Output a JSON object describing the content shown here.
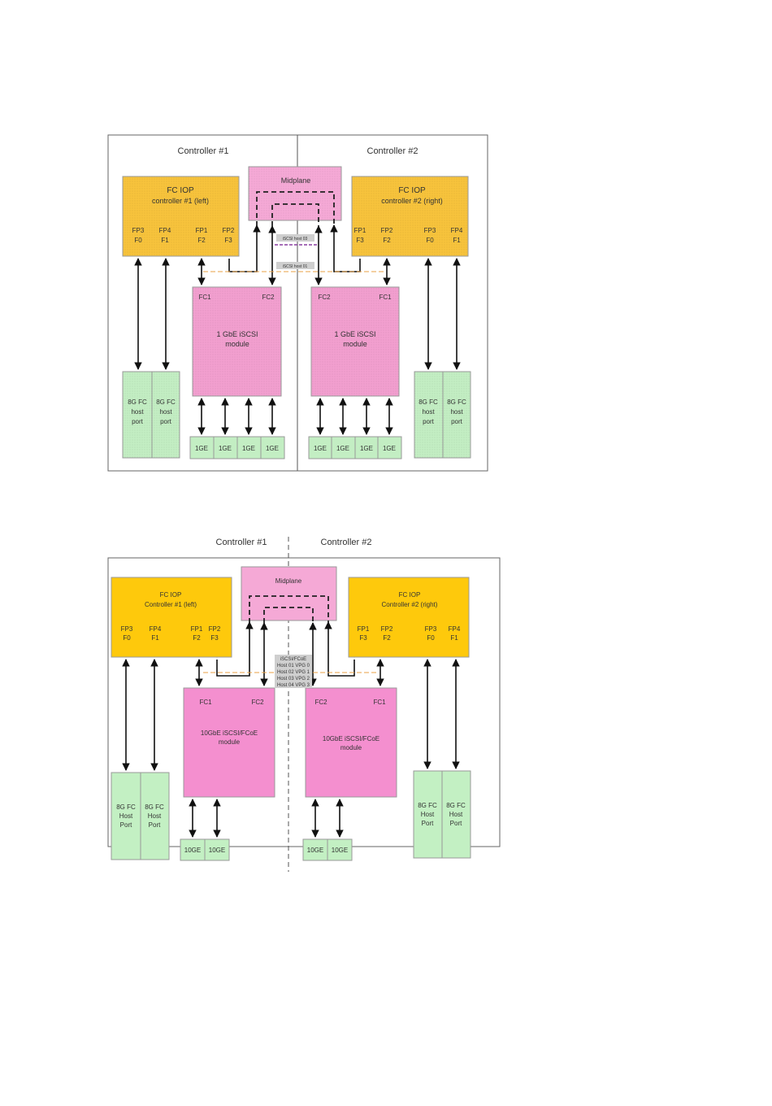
{
  "diagram1": {
    "controller1": "Controller #1",
    "controller2": "Controller #2",
    "midplane": "Midplane",
    "iop_left": {
      "title": "FC IOP",
      "subtitle": "controller #1 (left)",
      "ports": [
        {
          "fp": "FP3",
          "f": "F0"
        },
        {
          "fp": "FP4",
          "f": "F1"
        },
        {
          "fp": "FP1",
          "f": "F2"
        },
        {
          "fp": "FP2",
          "f": "F3"
        }
      ]
    },
    "iop_right": {
      "title": "FC IOP",
      "subtitle": "controller #2 (right)",
      "ports": [
        {
          "fp": "FP1",
          "f": "F3"
        },
        {
          "fp": "FP2",
          "f": "F2"
        },
        {
          "fp": "FP3",
          "f": "F0"
        },
        {
          "fp": "FP4",
          "f": "F1"
        }
      ]
    },
    "module_left": {
      "line1": "1 GbE iSCSI",
      "line2": "module",
      "fc_a": "FC1",
      "fc_b": "FC2"
    },
    "module_right": {
      "line1": "1 GbE iSCSI",
      "line2": "module",
      "fc_a": "FC2",
      "fc_b": "FC1"
    },
    "host_port": {
      "line1": "8G FC",
      "line2": "host",
      "line3": "port"
    },
    "ge_label": "1GE",
    "tag_top": "iSCSI host 03",
    "tag_bottom": "iSCSI host 01"
  },
  "diagram2": {
    "controller1": "Controller #1",
    "controller2": "Controller #2",
    "midplane": "Midplane",
    "iop_left": {
      "title": "FC IOP",
      "subtitle": "Controller #1 (left)",
      "ports": [
        {
          "fp": "FP3",
          "f": "F0"
        },
        {
          "fp": "FP4",
          "f": "F1"
        },
        {
          "fp": "FP1",
          "f": "F2"
        },
        {
          "fp": "FP2",
          "f": "F3"
        }
      ]
    },
    "iop_right": {
      "title": "FC IOP",
      "subtitle": "Controller #2 (right)",
      "ports": [
        {
          "fp": "FP1",
          "f": "F3"
        },
        {
          "fp": "FP2",
          "f": "F2"
        },
        {
          "fp": "FP3",
          "f": "F0"
        },
        {
          "fp": "FP4",
          "f": "F1"
        }
      ]
    },
    "module_left": {
      "line1": "10GbE iSCSI/FCoE",
      "line2": "module",
      "fc_a": "FC1",
      "fc_b": "FC2"
    },
    "module_right": {
      "line1": "10GbE iSCSI/FCoE",
      "line2": "module",
      "fc_a": "FC2",
      "fc_b": "FC1"
    },
    "host_port": {
      "line1": "8G FC",
      "line2": "Host",
      "line3": "Port"
    },
    "ge_label": "10GE",
    "legend": [
      "iSCSI/FCoE",
      "Host 01 VPG 0",
      "Host 02 VPG 1",
      "Host 03 VPG 2",
      "Host 04 VPG 3"
    ]
  },
  "colors": {
    "iop": "#f7c33c",
    "module": "#f29fcf",
    "midplane": "#f5a9d6",
    "host_port": "#c3eec3",
    "frame": "#666666",
    "arrow": "#111111",
    "orange_dash": "#e8a046",
    "purple_dash": "#8a3fa0"
  }
}
